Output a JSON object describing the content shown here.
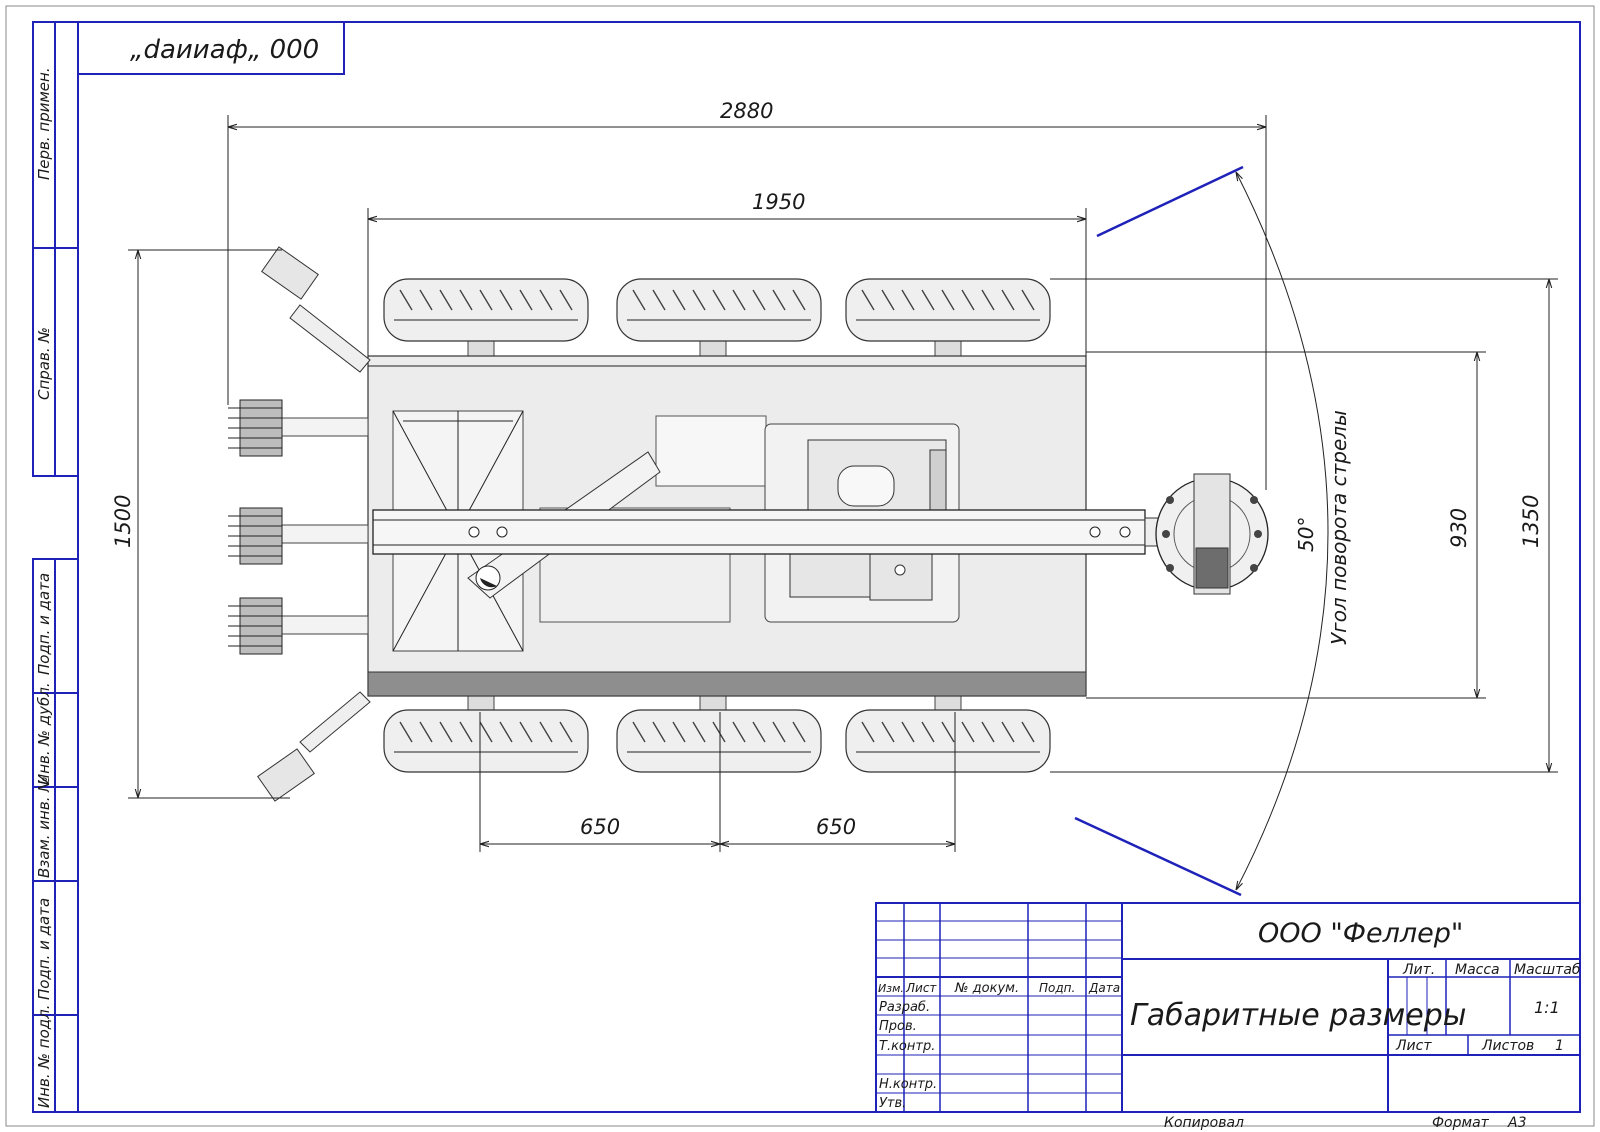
{
  "corner_stamp": "„dаииаф„ 000",
  "side_stamps": {
    "perv_primen": "Перв. примен.",
    "sprav_no": "Справ. №",
    "podp_data_1": "Подп. и дата",
    "inv_dubl": "Инв. № дубл.",
    "vzam_inv": "Взам. инв. №",
    "podp_data_2": "Подп. и дата",
    "inv_podl": "Инв. № подл."
  },
  "dimensions": {
    "overall_length": "2880",
    "platform_length": "1950",
    "overall_width": "1500",
    "track_width": "930",
    "outer_width": "1350",
    "wheel_spacing_1": "650",
    "wheel_spacing_2": "650",
    "angle": "50°",
    "angle_label": "Угол поворота стрелы"
  },
  "title_block": {
    "company": "ООО \"Феллер\"",
    "drawing_title": "Габаритные размеры",
    "col_izm": "Изм.",
    "col_list": "Лист",
    "col_doc": "№ докум.",
    "col_podp": "Подп.",
    "col_data": "Дата",
    "row_razrab": "Разраб.",
    "row_prov": "Пров.",
    "row_tkontr": "Т.контр.",
    "row_nkontr": "Н.контр.",
    "row_utv": "Утв.",
    "lit_label": "Лит.",
    "mass_label": "Масса",
    "scale_label": "Масштаб",
    "scale_value": "1:1",
    "sheet_label": "Лист",
    "sheets_label": "Листов",
    "sheets_value": "1"
  },
  "footer": {
    "copied": "Копировал",
    "format_label": "Формат",
    "format_value": "А3"
  }
}
